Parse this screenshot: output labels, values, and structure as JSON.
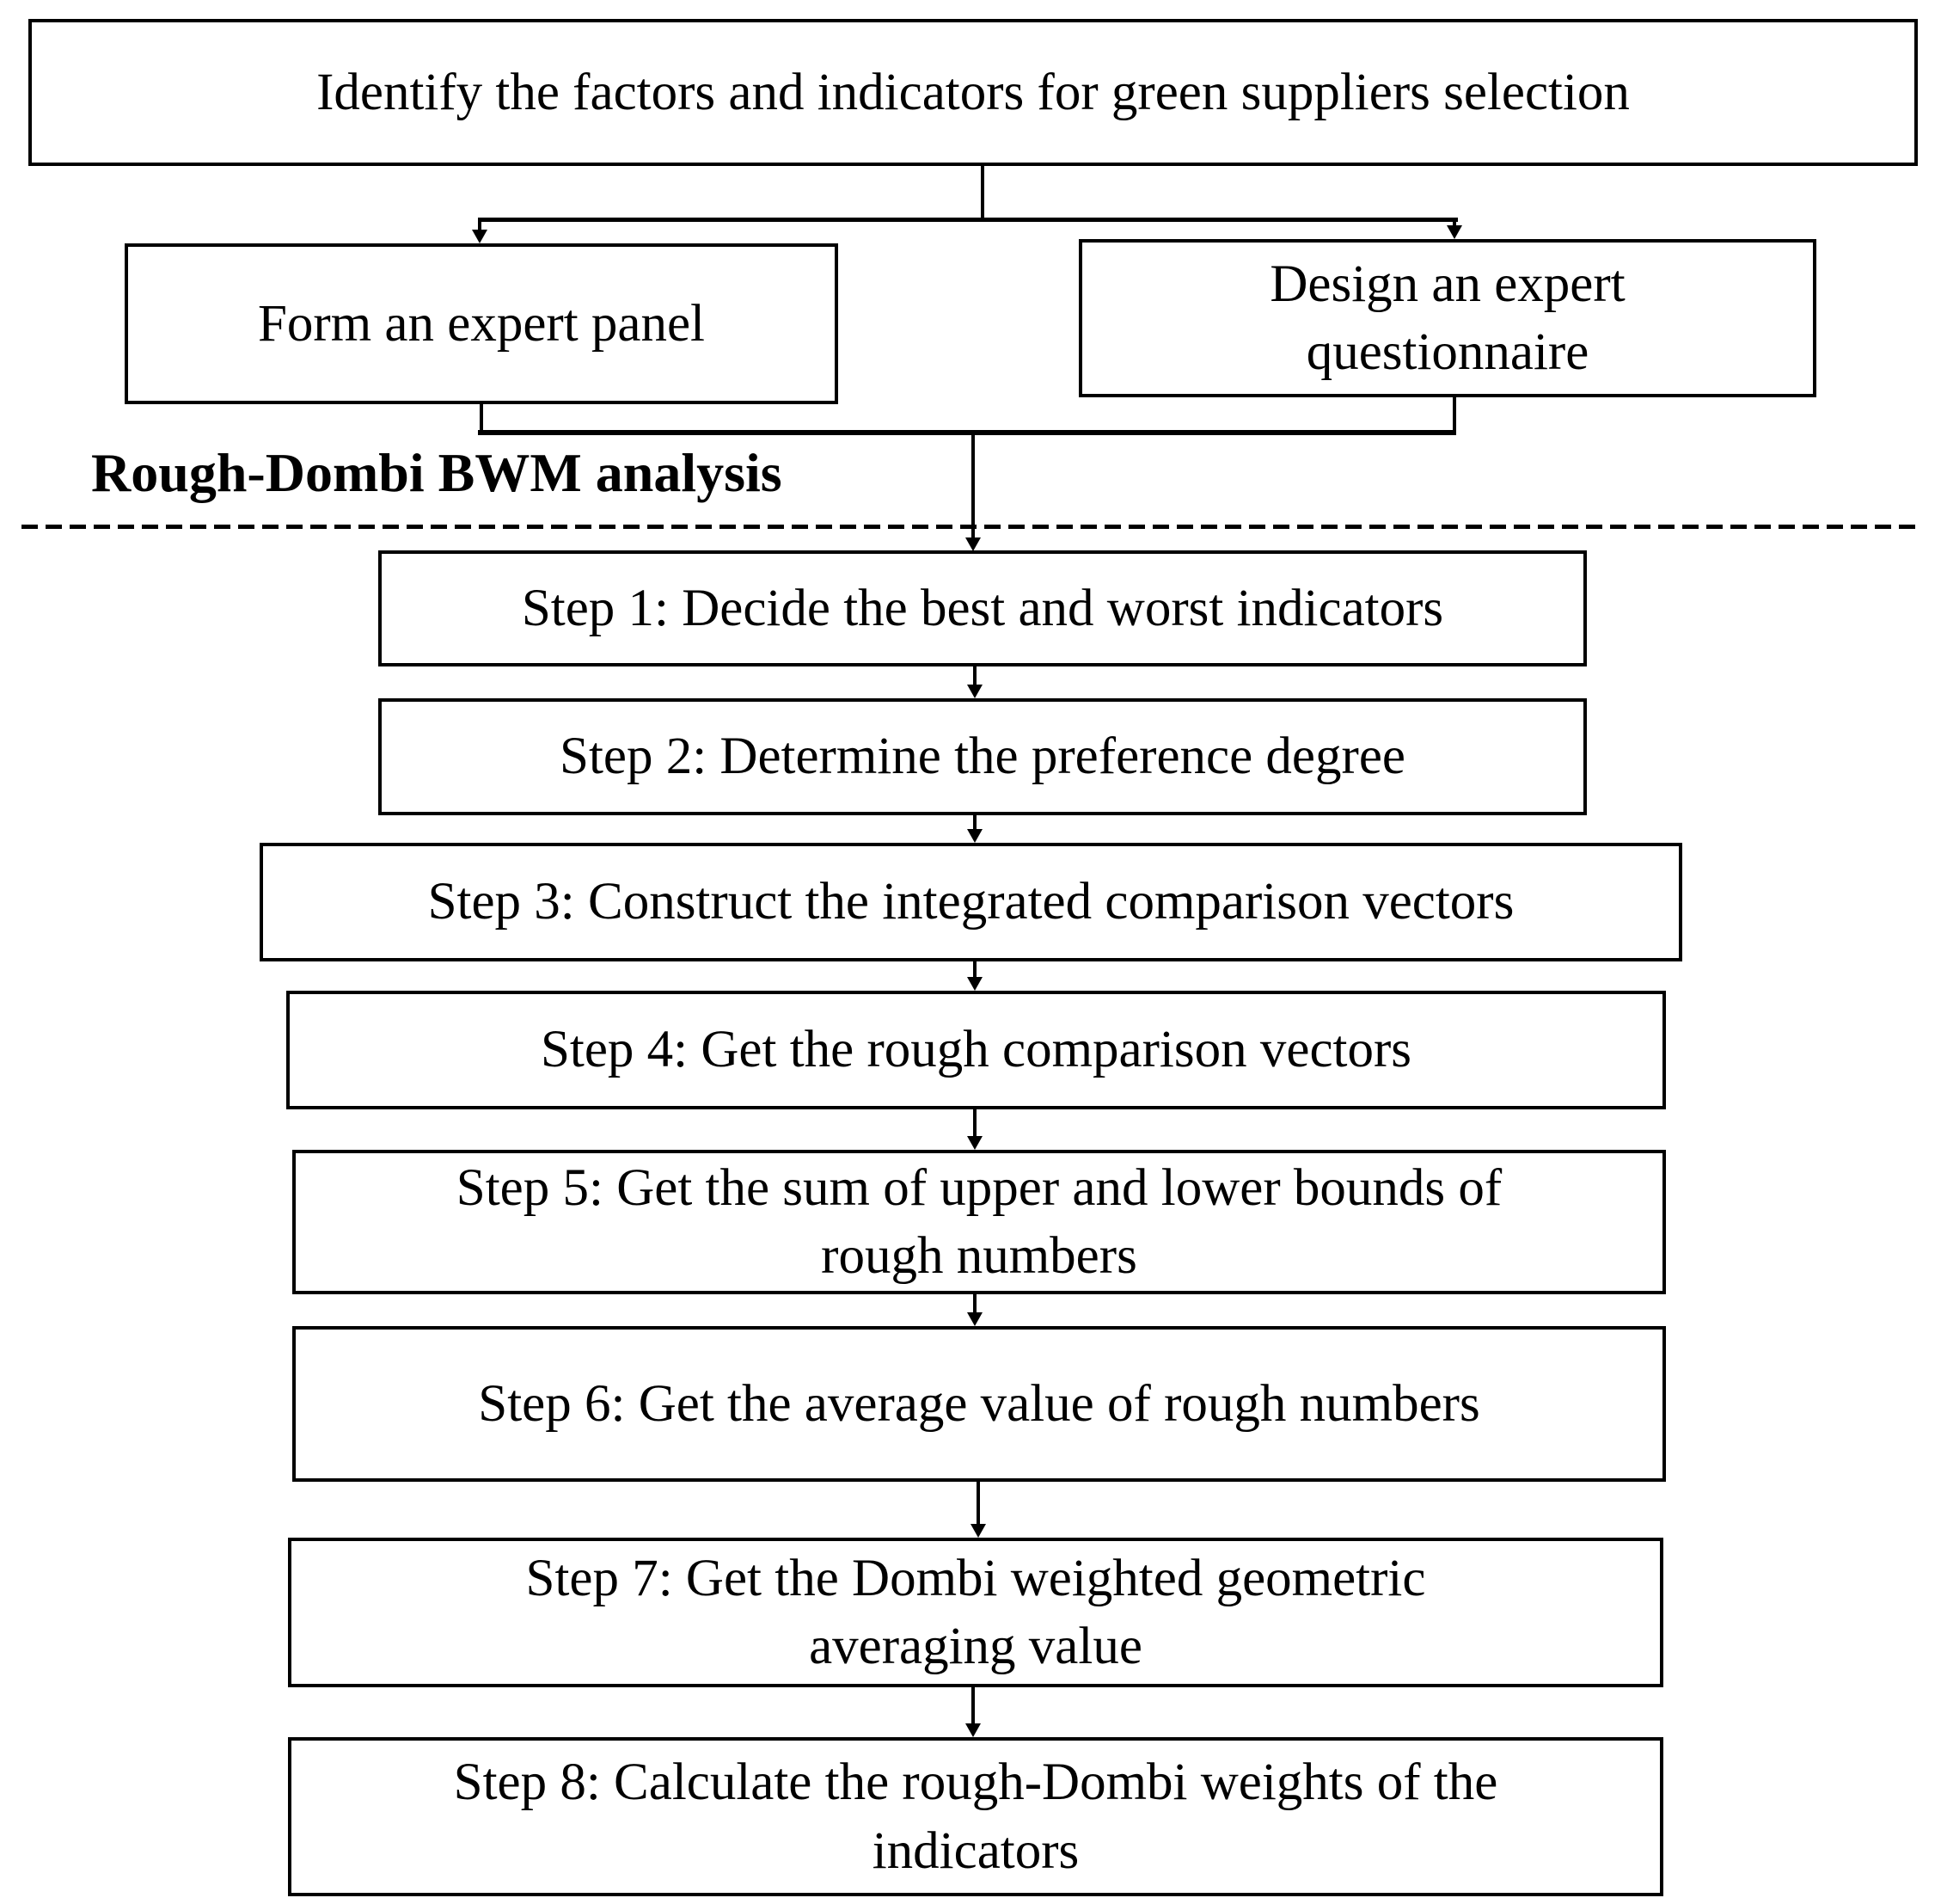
{
  "diagram": {
    "title_box": "Identify the factors and indicators for green suppliers selection",
    "expert_panel_box": "Form an expert panel",
    "questionnaire_box": "Design an expert\nquestionnaire",
    "section_label": "Rough-Dombi BWM analysis",
    "steps": [
      "Step 1: Decide the best and worst indicators",
      "Step 2: Determine the preference degree",
      "Step 3: Construct the integrated comparison vectors",
      "Step 4: Get the rough comparison vectors",
      "Step 5: Get the sum of upper and lower bounds of\nrough numbers",
      "Step 6: Get the average value of rough numbers",
      "Step 7: Get the Dombi weighted geometric\naveraging value",
      "Step 8: Calculate the rough-Dombi weights of the\nindicators"
    ],
    "colors": {
      "line": "#000000",
      "background": "#ffffff",
      "text": "#000000"
    }
  }
}
